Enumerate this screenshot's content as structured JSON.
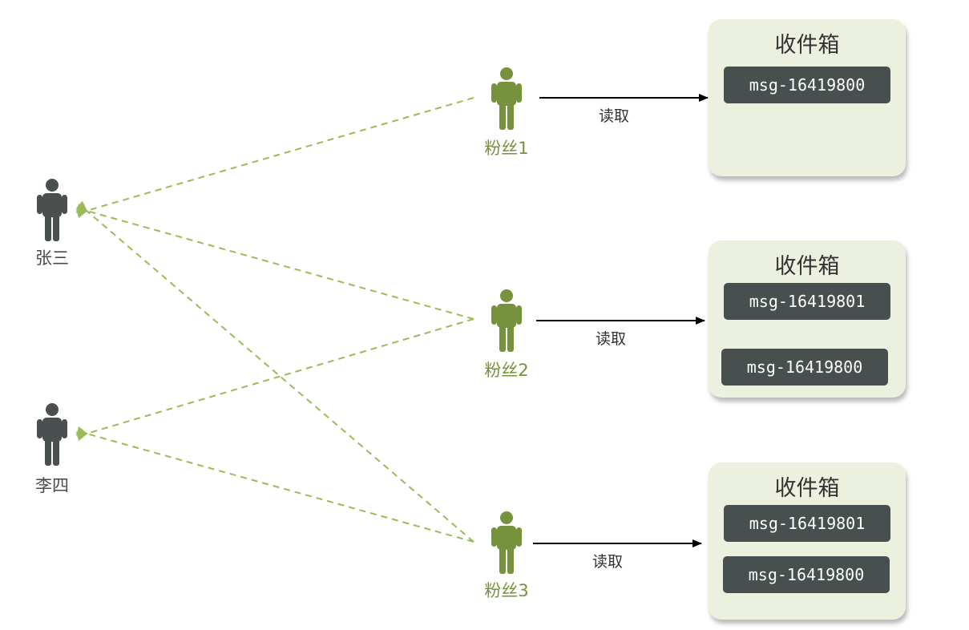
{
  "publishers": [
    {
      "name": "张三"
    },
    {
      "name": "李四"
    }
  ],
  "followers": [
    {
      "name": "粉丝1",
      "read_label": "读取",
      "inbox": {
        "title": "收件箱",
        "messages": [
          "msg-16419800"
        ]
      }
    },
    {
      "name": "粉丝2",
      "read_label": "读取",
      "inbox": {
        "title": "收件箱",
        "messages": [
          "msg-16419801",
          "msg-16419800"
        ]
      }
    },
    {
      "name": "粉丝3",
      "read_label": "读取",
      "inbox": {
        "title": "收件箱",
        "messages": [
          "msg-16419801",
          "msg-16419800"
        ]
      }
    }
  ],
  "colors": {
    "publisher": "#4a4f4f",
    "follower": "#76923c",
    "dashed_line": "#9bbb59",
    "inbox_bg": "#ebf0df",
    "message_bg": "#484f4f"
  }
}
